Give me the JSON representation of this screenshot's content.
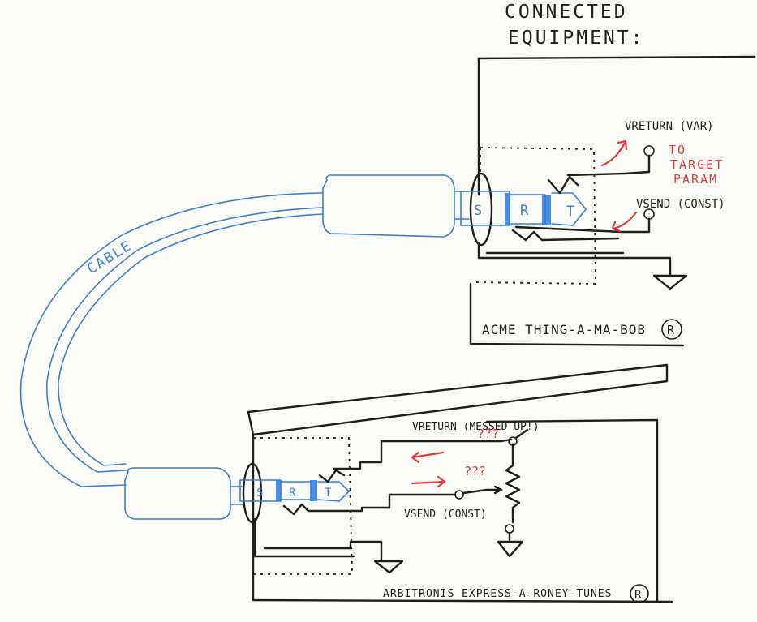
{
  "heading": {
    "line1": "CONNECTED",
    "line2": "EQUIPMENT:"
  },
  "cable_label": "CABLE",
  "top_device": {
    "name": "ACME THING-A-MA-BOB",
    "registered_mark": "R",
    "v_return": "VRETURN (VAR)",
    "target_note_1": "TO",
    "target_note_2": "TARGET",
    "target_note_3": "PARAM",
    "v_send": "VSEND (CONST)"
  },
  "bottom_device": {
    "name": "ARBITRONIS EXPRESS-A-RONEY-TUNES",
    "registered_mark": "R",
    "v_return": "VRETURN (MESSED UP!)",
    "v_send": "VSEND (CONST)",
    "question_1": "???",
    "question_2": "???"
  },
  "plug_labels": {
    "sleeve": "S",
    "ring": "R",
    "tip": "T"
  },
  "colors": {
    "ink": "#1e1e1e",
    "cable": "#3b7fd0",
    "plug_band": "#2b7ae0",
    "annotation": "#e03a3a"
  }
}
